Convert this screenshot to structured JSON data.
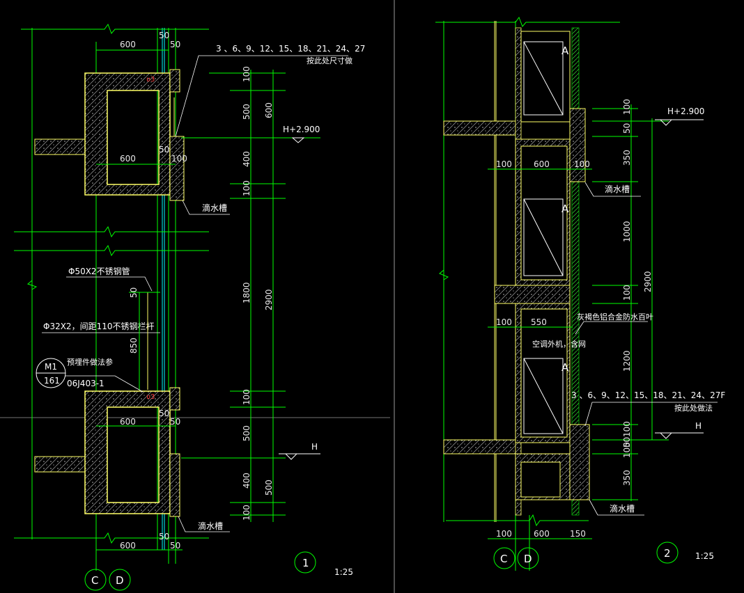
{
  "left_view": {
    "dims_top": [
      "600",
      "50",
      "50"
    ],
    "dims_mid": [
      "600",
      "50",
      "100"
    ],
    "dims_lower": [
      "600",
      "50",
      "50"
    ],
    "dims_bottom": [
      "600",
      "50",
      "50"
    ],
    "floors_note": "3 、6、9、12、15、18、21、24、27",
    "floors_note_sub": "按此处尺寸做",
    "elev_label": "H+2.900",
    "elev_label_low": "H",
    "drip_label": "滴水槽",
    "drip_label_2": "滴水槽",
    "vert_dims_outer": [
      "100",
      "500",
      "400",
      "100",
      "1800",
      "100",
      "500",
      "400",
      "100"
    ],
    "vert_dims_inner": [
      "600",
      "2900",
      "500"
    ],
    "pipe_note": "Φ50X2不锈钢管",
    "rail_note": "Φ32X2，间距110不锈钢栏杆",
    "vert_50": "50",
    "vert_850": "850",
    "ref_note": "预埋件做法参",
    "ref_code": "06J403-1",
    "detail_top": "M1",
    "detail_bottom": "161",
    "axis_c": "C",
    "axis_d": "D",
    "view_no": "1",
    "scale": "1:25"
  },
  "right_view": {
    "elev_label": "H+2.900",
    "elev_label_low": "H",
    "dims_upper": [
      "100",
      "600",
      "100"
    ],
    "dims_mid": [
      "100",
      "550"
    ],
    "dims_bottom": [
      "100",
      "600",
      "150"
    ],
    "vert_dims": [
      "50",
      "100",
      "350",
      "1000",
      "100",
      "1200",
      "100",
      "100",
      "50",
      "350"
    ],
    "vert_total": "2900",
    "drip_label": "滴水槽",
    "drip_label_2": "滴水槽",
    "louver_note": "灰褐色铝合金防水百叶",
    "ac_note": "空调外机，含网",
    "floors_note": "3 、6、9、12、15、18、21、24、27F",
    "floors_note_sub": "按此处做法",
    "ac_letter": "A",
    "axis_c": "C",
    "axis_d": "D",
    "view_no": "2",
    "scale": "1:25"
  },
  "colors": {
    "background": "#000000",
    "dimension": "#00ff00",
    "outline": "#ffff66",
    "hatch": "#bbbbbb",
    "leader": "#00ffff",
    "accent": "#ff4040"
  }
}
